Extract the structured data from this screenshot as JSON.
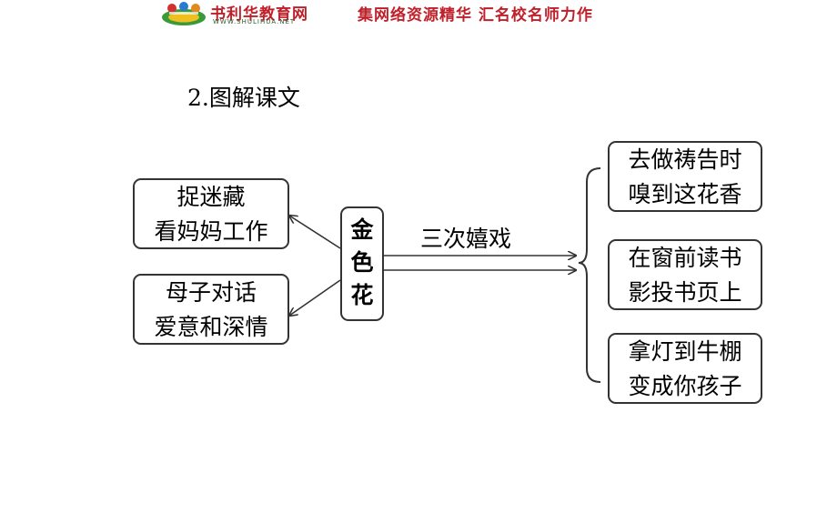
{
  "header": {
    "brand_name": "书利华教育网",
    "brand_url": "WWW.SHULIHUA.NET",
    "slogan": "集网络资源精华  汇名校名师力作",
    "logo_icon": "shulihua-logo-icon",
    "brand_color": "#c0202a"
  },
  "section_title": "2.图解课文",
  "diagram": {
    "center": [
      "金",
      "色",
      "花"
    ],
    "edge_label": "三次嬉戏",
    "left_nodes": [
      {
        "lines": [
          "捉迷藏",
          "看妈妈工作"
        ]
      },
      {
        "lines": [
          "母子对话",
          "爱意和深情"
        ]
      }
    ],
    "right_nodes": [
      {
        "lines": [
          "去做祷告时",
          "嗅到这花香"
        ]
      },
      {
        "lines": [
          "在窗前读书",
          "影投书页上"
        ]
      },
      {
        "lines": [
          "拿灯到牛棚",
          "变成你孩子"
        ]
      }
    ]
  }
}
